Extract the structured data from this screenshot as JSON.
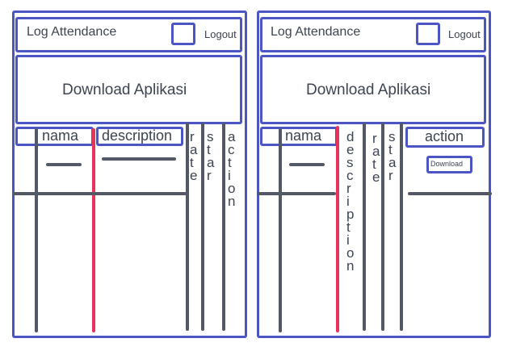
{
  "colors": {
    "frame": "#4b55c4",
    "stroke": "#535866",
    "highlight": "#e8335c",
    "text": "#3d4452"
  },
  "left": {
    "title": "Log Attendance",
    "logout_label": "Logout",
    "banner_text": "Download Aplikasi",
    "columns": {
      "nama": "nama",
      "description": "description",
      "rate": "rate",
      "star": "star",
      "action": "action"
    }
  },
  "right": {
    "title": "Log Attendance",
    "logout_label": "Logout",
    "banner_text": "Download Aplikasi",
    "columns": {
      "nama": "nama",
      "description": "description",
      "rate": "rate",
      "star": "star",
      "action": "action"
    },
    "download_button": "Download"
  }
}
